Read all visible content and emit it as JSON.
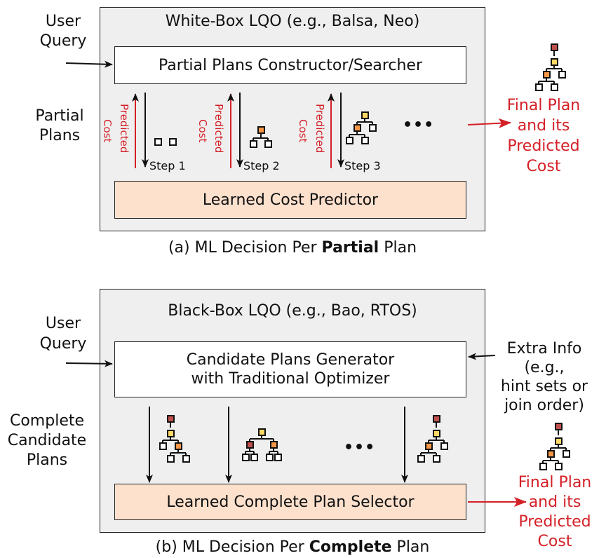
{
  "colors": {
    "panel_bg": "#efefef",
    "predictor_bg": "#fde1cd",
    "accent_red": "#d42027",
    "node_dark": "#c0504d",
    "node_orange": "#f79646",
    "node_yellow": "#ffd966"
  },
  "top": {
    "panel_title": "White-Box LQO (e.g., Balsa, Neo)",
    "input_label": [
      "User",
      "Query"
    ],
    "constructor_label": "Partial Plans Constructor/Searcher",
    "side_label": [
      "Partial",
      "Plans"
    ],
    "predicted_cost_label": [
      "Predicted",
      "Cost"
    ],
    "steps": [
      "Step 1",
      "Step 2",
      "Step 3"
    ],
    "ellipsis": "•••",
    "predictor_label": "Learned Cost Predictor",
    "output_label": [
      "Final Plan",
      "and its",
      "Predicted",
      "Cost"
    ],
    "caption_prefix": "(a) ML Decision Per ",
    "caption_bold": "Partial",
    "caption_suffix": " Plan"
  },
  "bottom": {
    "panel_title": "Black-Box LQO (e.g., Bao, RTOS)",
    "input_label": [
      "User",
      "Query"
    ],
    "generator_label": [
      "Candidate Plans Generator",
      "with Traditional Optimizer"
    ],
    "extra_label": [
      "Extra Info",
      "(e.g.,",
      "hint sets or",
      "join order)"
    ],
    "side_label": [
      "Complete",
      "Candidate",
      "Plans"
    ],
    "ellipsis": "•••",
    "selector_label": "Learned Complete Plan Selector",
    "output_label": [
      "Final Plan",
      "and its",
      "Predicted",
      "Cost"
    ],
    "caption_prefix": "(b) ML Decision Per ",
    "caption_bold": "Complete",
    "caption_suffix": " Plan"
  }
}
